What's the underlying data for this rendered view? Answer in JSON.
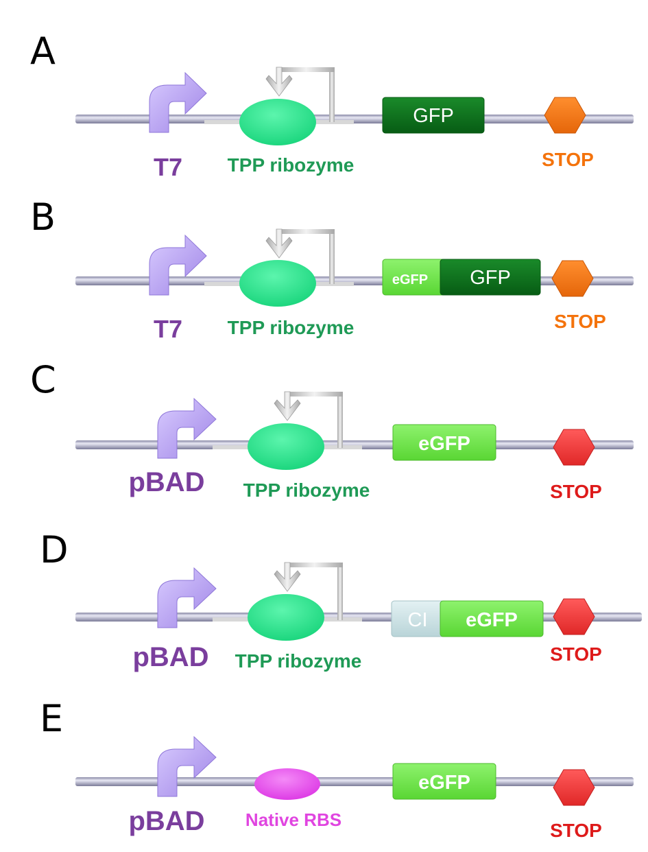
{
  "colors": {
    "backbone": "#c7c7dc",
    "promoter": "#b9a2f0",
    "promoter_text": "#7a3e9d",
    "ribozyme": "#22e38a",
    "ribozyme_text": "#1f9a56",
    "rbs": "#ea4ef0",
    "rbs_text": "#e045e0",
    "gfp_dark": "#0d6e1c",
    "egfp_light": "#6fe84a",
    "ci": "#cfe3e6",
    "stop_orange": "#f4730c",
    "stop_red": "#f0393a",
    "stop_red_text": "#de1b1b"
  },
  "panels": [
    {
      "label": "A",
      "promoter": "T7",
      "element": {
        "type": "ribozyme",
        "label": "TPP ribozyme"
      },
      "genes": [
        {
          "text": "GFP",
          "style": "dark"
        }
      ],
      "stop": {
        "label": "STOP",
        "color": "orange"
      }
    },
    {
      "label": "B",
      "promoter": "T7",
      "element": {
        "type": "ribozyme",
        "label": "TPP ribozyme"
      },
      "genes": [
        {
          "text": "eGFP",
          "style": "light"
        },
        {
          "text": "GFP",
          "style": "dark"
        }
      ],
      "stop": {
        "label": "STOP",
        "color": "orange"
      }
    },
    {
      "label": "C",
      "promoter": "pBAD",
      "element": {
        "type": "ribozyme",
        "label": "TPP ribozyme"
      },
      "genes": [
        {
          "text": "eGFP",
          "style": "light"
        }
      ],
      "stop": {
        "label": "STOP",
        "color": "red"
      }
    },
    {
      "label": "D",
      "promoter": "pBAD",
      "element": {
        "type": "ribozyme",
        "label": "TPP ribozyme"
      },
      "genes": [
        {
          "text": "CI",
          "style": "ci"
        },
        {
          "text": "eGFP",
          "style": "light"
        }
      ],
      "stop": {
        "label": "STOP",
        "color": "red"
      }
    },
    {
      "label": "E",
      "promoter": "pBAD",
      "element": {
        "type": "rbs",
        "label": "Native RBS"
      },
      "genes": [
        {
          "text": "eGFP",
          "style": "light"
        }
      ],
      "stop": {
        "label": "STOP",
        "color": "red"
      }
    }
  ]
}
